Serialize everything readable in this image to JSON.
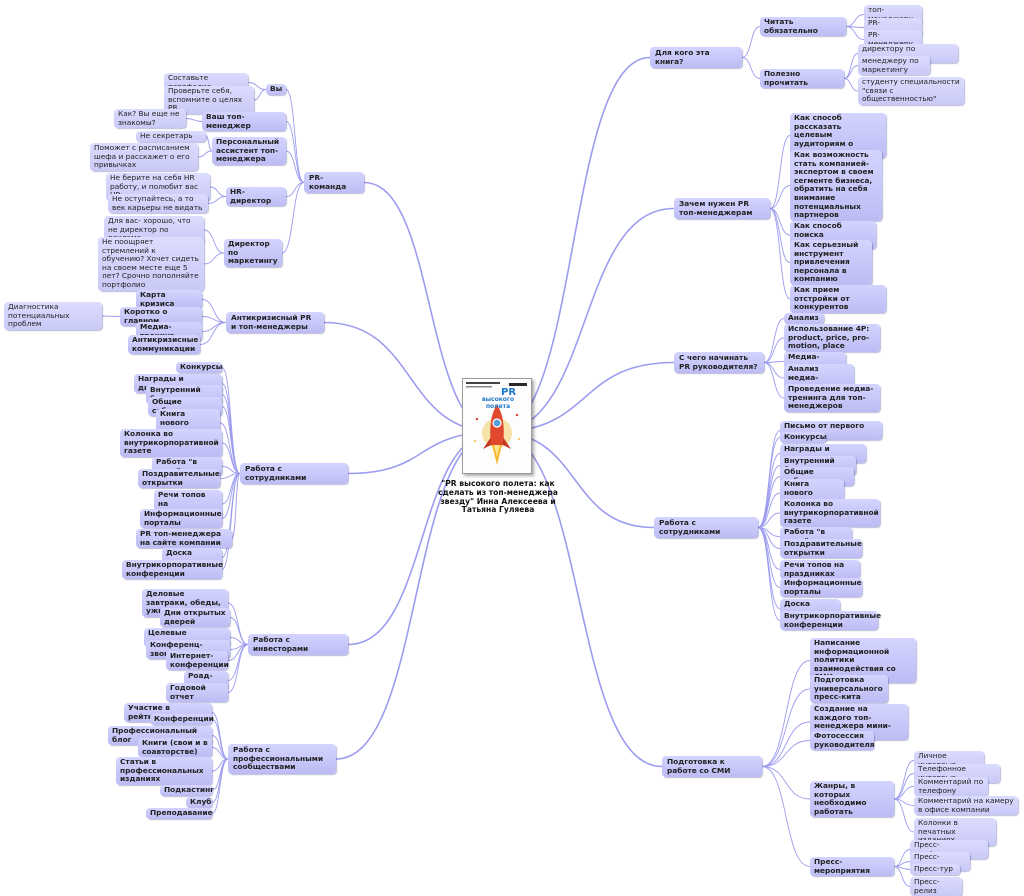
{
  "center": {
    "text": "\"PR высокого полета: как сделать из топ-менеджера звезду\" Инна Алексеева и Татьяна Гуляева",
    "cover_title": "PR",
    "cover_subtitle": "высокого полета"
  },
  "colors": {
    "node": "#c7c7ff",
    "line": "#9c9cf0",
    "cover_title": "#1e78c8",
    "rocket": "#e0492e"
  },
  "nodes": [
    {
      "id": "who",
      "text": "Для кого эта книга?",
      "parent": "center",
      "cls": "hub"
    },
    {
      "id": "must",
      "text": "Читать обязательно",
      "parent": "who",
      "cls": "b"
    },
    {
      "id": "must1",
      "text": "топ-менеджеру",
      "parent": "must",
      "cls": "l"
    },
    {
      "id": "must2",
      "text": "PR-директору",
      "parent": "must",
      "cls": "l"
    },
    {
      "id": "must3",
      "text": "PR-менеджеру",
      "parent": "must",
      "cls": "l"
    },
    {
      "id": "useful",
      "text": "Полезно прочитать",
      "parent": "who",
      "cls": "b"
    },
    {
      "id": "use1",
      "text": "директору по маркетингу",
      "parent": "useful",
      "cls": "l"
    },
    {
      "id": "use2",
      "text": "менеджеру по маркетингу",
      "parent": "useful",
      "cls": "l"
    },
    {
      "id": "use3",
      "text": "студенту специальности \"связи с общественностью\"",
      "parent": "useful",
      "cls": "l"
    },
    {
      "id": "why",
      "text": "Зачем нужен PR топ-менеджерам",
      "parent": "center",
      "cls": "hub"
    },
    {
      "id": "why1",
      "text": "Как способ рассказать целевым аудиториям о компании",
      "parent": "why",
      "cls": "b"
    },
    {
      "id": "why2",
      "text": "Как возможность стать компанией-экспертом в своем сегменте бизнеса, обратить на себя внимание потенциальных партнеров",
      "parent": "why",
      "cls": "b"
    },
    {
      "id": "why3",
      "text": "Как способ поиска инвесторов",
      "parent": "why",
      "cls": "b"
    },
    {
      "id": "why4",
      "text": "Как серьезный инструмент привлечения персонала в компанию",
      "parent": "why",
      "cls": "b"
    },
    {
      "id": "why5",
      "text": "Как прием отстройки от конкурентов",
      "parent": "why",
      "cls": "b"
    },
    {
      "id": "start",
      "text": "С чего начинать PR руководителя?",
      "parent": "center",
      "cls": "hub"
    },
    {
      "id": "st1",
      "text": "Анализ",
      "parent": "start",
      "cls": "b"
    },
    {
      "id": "st2",
      "text": "Использование 4P: product, price, pro-motion, place",
      "parent": "start",
      "cls": "b"
    },
    {
      "id": "st3",
      "text": "Медиа-аудит",
      "parent": "start",
      "cls": "b"
    },
    {
      "id": "st4",
      "text": "Анализ медиа-активности",
      "parent": "start",
      "cls": "b"
    },
    {
      "id": "st5",
      "text": "Проведение медиа-тренинга для топ-менеджеров",
      "parent": "start",
      "cls": "b"
    },
    {
      "id": "staffR",
      "text": "Работа с сотрудниками",
      "parent": "center",
      "cls": "hub"
    },
    {
      "id": "sr1",
      "text": "Письмо от первого лица",
      "parent": "staffR",
      "cls": "b"
    },
    {
      "id": "sr2",
      "text": "Конкурсы",
      "parent": "staffR",
      "cls": "b"
    },
    {
      "id": "sr3",
      "text": "Награды и дипломы",
      "parent": "staffR",
      "cls": "b"
    },
    {
      "id": "sr4",
      "text": "Внутренний блог",
      "parent": "staffR",
      "cls": "b"
    },
    {
      "id": "sr5",
      "text": "Общие собрания",
      "parent": "staffR",
      "cls": "b"
    },
    {
      "id": "sr6",
      "text": "Книга нового сотрудника",
      "parent": "staffR",
      "cls": "b"
    },
    {
      "id": "sr7",
      "text": "Колонка во внутрикорпоративной газете",
      "parent": "staffR",
      "cls": "b"
    },
    {
      "id": "sr8",
      "text": "Работа \"в поле\"",
      "parent": "staffR",
      "cls": "b"
    },
    {
      "id": "sr9",
      "text": "Поздравительные открытки",
      "parent": "staffR",
      "cls": "b"
    },
    {
      "id": "sr10",
      "text": "Речи топов на праздниках",
      "parent": "staffR",
      "cls": "b"
    },
    {
      "id": "sr11",
      "text": "Информационные порталы",
      "parent": "staffR",
      "cls": "b"
    },
    {
      "id": "sr12",
      "text": "Доска почета",
      "parent": "staffR",
      "cls": "b"
    },
    {
      "id": "sr13",
      "text": "Внутрикорпоративные конференции",
      "parent": "staffR",
      "cls": "b"
    },
    {
      "id": "media",
      "text": "Подготовка к работе со СМИ",
      "parent": "center",
      "cls": "hub"
    },
    {
      "id": "md1",
      "text": "Написание информационной политики взаимодействия со СМИ",
      "parent": "media",
      "cls": "b"
    },
    {
      "id": "md2",
      "text": "Подготовка универсального пресс-кита",
      "parent": "media",
      "cls": "b"
    },
    {
      "id": "md3",
      "text": "Создание на каждого топ-менеджера мини-досье",
      "parent": "media",
      "cls": "b"
    },
    {
      "id": "md4",
      "text": "Фотосессия руководителя",
      "parent": "media",
      "cls": "b"
    },
    {
      "id": "md5",
      "text": "Жанры, в которых необходимо работать",
      "parent": "media",
      "cls": "b"
    },
    {
      "id": "g1",
      "text": "Личное интервью",
      "parent": "md5",
      "cls": "l"
    },
    {
      "id": "g2",
      "text": "Телефонное интервью",
      "parent": "md5",
      "cls": "l"
    },
    {
      "id": "g3",
      "text": "Комментарий по телефону",
      "parent": "md5",
      "cls": "l"
    },
    {
      "id": "g4",
      "text": "Комментарий на камеру в офисе компании",
      "parent": "md5",
      "cls": "l"
    },
    {
      "id": "g5",
      "text": "Колонки в печатных изданиях",
      "parent": "md5",
      "cls": "l"
    },
    {
      "id": "md6",
      "text": "Пресс-мероприятия",
      "parent": "media",
      "cls": "b"
    },
    {
      "id": "p1",
      "text": "Пресс-конференция",
      "parent": "md6",
      "cls": "l"
    },
    {
      "id": "p2",
      "text": "Пресс-завтрак",
      "parent": "md6",
      "cls": "l"
    },
    {
      "id": "p3",
      "text": "Пресс-тур",
      "parent": "md6",
      "cls": "l"
    },
    {
      "id": "p4",
      "text": "Пресс-релиз",
      "parent": "md6",
      "cls": "l"
    },
    {
      "id": "team",
      "text": "PR-команда",
      "parent": "center",
      "cls": "hub"
    },
    {
      "id": "you",
      "text": "Вы",
      "parent": "team",
      "cls": "b"
    },
    {
      "id": "you1",
      "text": "Составьте портфолио",
      "parent": "you",
      "cls": "l"
    },
    {
      "id": "you2",
      "text": "Проверьте себя, вспомните о целях PR",
      "parent": "you",
      "cls": "l"
    },
    {
      "id": "tm",
      "text": "Ваш топ-менеджер",
      "parent": "team",
      "cls": "b"
    },
    {
      "id": "tm1",
      "text": "Как? Вы еще не знакомы?",
      "parent": "tm",
      "cls": "l"
    },
    {
      "id": "pa",
      "text": "Персональный ассистент топ-менеджера",
      "parent": "team",
      "cls": "b"
    },
    {
      "id": "pa1",
      "text": "Не секретарь",
      "parent": "pa",
      "cls": "l"
    },
    {
      "id": "pa2",
      "text": "Поможет с расписанием шефа и расскажет о его привычках",
      "parent": "pa",
      "cls": "l"
    },
    {
      "id": "hr",
      "text": "HR-директор",
      "parent": "team",
      "cls": "b"
    },
    {
      "id": "hr1",
      "text": "Не берите на себя HR работу, и полюбит вас HR",
      "parent": "hr",
      "cls": "l"
    },
    {
      "id": "hr2",
      "text": "Не оступайтесь, а то век карьеры не видать",
      "parent": "hr",
      "cls": "l"
    },
    {
      "id": "mkt",
      "text": "Директор по маркетингу",
      "parent": "team",
      "cls": "b"
    },
    {
      "id": "mkt1",
      "text": "Для вас- хорошо, что не директор по рекламе",
      "parent": "mkt",
      "cls": "l"
    },
    {
      "id": "mkt2",
      "text": "Не поощряет стремлений к обучению? Хочет сидеть на своем месте еще 5 лет? Срочно пополняйте портфолио",
      "parent": "mkt",
      "cls": "l"
    },
    {
      "id": "crisis",
      "text": "Антикризисный PR  и топ-менеджеры",
      "parent": "center",
      "cls": "hub"
    },
    {
      "id": "cr1",
      "text": "Карта кризиса",
      "parent": "crisis",
      "cls": "b"
    },
    {
      "id": "cr2",
      "text": "Коротко о главном",
      "parent": "crisis",
      "cls": "b"
    },
    {
      "id": "cr2a",
      "text": "Диагностика потенциальных проблем",
      "parent": "cr2",
      "cls": "l"
    },
    {
      "id": "cr3",
      "text": "Медиа-тренинг",
      "parent": "crisis",
      "cls": "b"
    },
    {
      "id": "cr4",
      "text": "Антикризисные коммуникации",
      "parent": "crisis",
      "cls": "b"
    },
    {
      "id": "staffL",
      "text": "Работа с сотрудниками",
      "parent": "center",
      "cls": "hub"
    },
    {
      "id": "sl1",
      "text": "Конкурсы",
      "parent": "staffL",
      "cls": "b"
    },
    {
      "id": "sl2",
      "text": "Награды и дипломы",
      "parent": "staffL",
      "cls": "b"
    },
    {
      "id": "sl3",
      "text": "Внутренний блог",
      "parent": "staffL",
      "cls": "b"
    },
    {
      "id": "sl4",
      "text": "Общие собрания",
      "parent": "staffL",
      "cls": "b"
    },
    {
      "id": "sl5",
      "text": "Книга нового сотрудника",
      "parent": "staffL",
      "cls": "b"
    },
    {
      "id": "sl6",
      "text": "Колонка во внутрикорпоративной газете",
      "parent": "staffL",
      "cls": "b"
    },
    {
      "id": "sl7",
      "text": "Работа \"в поле\"",
      "parent": "staffL",
      "cls": "b"
    },
    {
      "id": "sl8",
      "text": "Поздравительные открытки",
      "parent": "staffL",
      "cls": "b"
    },
    {
      "id": "sl9",
      "text": "Речи топов на праздниках",
      "parent": "staffL",
      "cls": "b"
    },
    {
      "id": "sl10",
      "text": "Информационные порталы",
      "parent": "staffL",
      "cls": "b"
    },
    {
      "id": "sl11",
      "text": "PR топ-менеджера на сайте компании",
      "parent": "staffL",
      "cls": "b"
    },
    {
      "id": "sl12",
      "text": "Доска почета",
      "parent": "staffL",
      "cls": "b"
    },
    {
      "id": "sl13",
      "text": "Внутрикорпоративные конференции",
      "parent": "staffL",
      "cls": "b"
    },
    {
      "id": "inv",
      "text": "Работа с инвесторами",
      "parent": "center",
      "cls": "hub"
    },
    {
      "id": "iv1",
      "text": "Деловые завтраки, обеды, ужины",
      "parent": "inv",
      "cls": "b"
    },
    {
      "id": "iv2",
      "text": "Дни открытых дверей",
      "parent": "inv",
      "cls": "b"
    },
    {
      "id": "iv3",
      "text": "Целевые рассылки",
      "parent": "inv",
      "cls": "b"
    },
    {
      "id": "iv4",
      "text": "Конференц-звонки",
      "parent": "inv",
      "cls": "b"
    },
    {
      "id": "iv5",
      "text": "Интернет-конференции",
      "parent": "inv",
      "cls": "b"
    },
    {
      "id": "iv6",
      "text": "Роад-шоу",
      "parent": "inv",
      "cls": "b"
    },
    {
      "id": "iv7",
      "text": "Годовой отчет",
      "parent": "inv",
      "cls": "b"
    },
    {
      "id": "prof",
      "text": "Работа с профессиональными сообществами",
      "parent": "center",
      "cls": "hub"
    },
    {
      "id": "pf1",
      "text": "Участие в рейтингах",
      "parent": "prof",
      "cls": "b"
    },
    {
      "id": "pf2",
      "text": "Конференции",
      "parent": "prof",
      "cls": "b"
    },
    {
      "id": "pf3",
      "text": "Профессиональный блог",
      "parent": "prof",
      "cls": "b"
    },
    {
      "id": "pf4",
      "text": "Книги (свои и в соавторстве)",
      "parent": "prof",
      "cls": "b"
    },
    {
      "id": "pf5",
      "text": "Статьи в профессиональных изданиях",
      "parent": "prof",
      "cls": "b"
    },
    {
      "id": "pf6",
      "text": "Подкастинг",
      "parent": "prof",
      "cls": "b"
    },
    {
      "id": "pf7",
      "text": "Клуб",
      "parent": "prof",
      "cls": "b"
    },
    {
      "id": "pf8",
      "text": "Преподавание",
      "parent": "prof",
      "cls": "b"
    }
  ]
}
